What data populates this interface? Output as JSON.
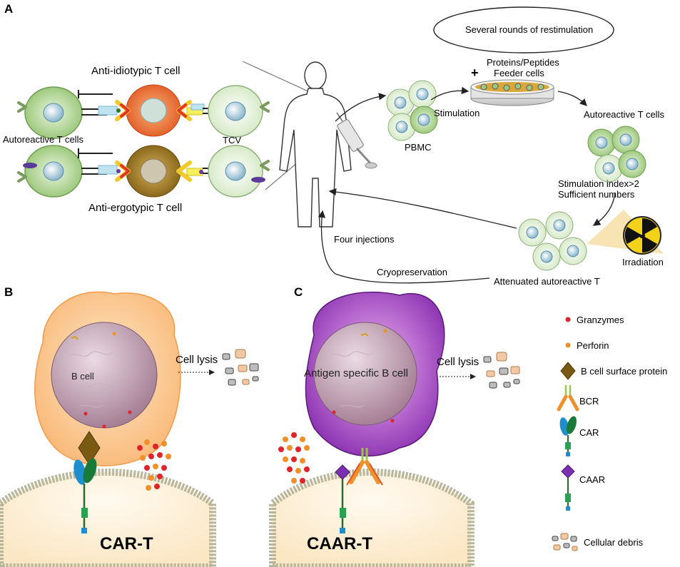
{
  "panels": {
    "a": "A",
    "b": "B",
    "c": "C"
  },
  "panel_a": {
    "anti_idiotypic": "Anti-idiotypic T cell",
    "anti_ergotypic": "Anti-ergotypic T cell",
    "autoreactive_t_cells_left": "Autoreactive T cells",
    "tcv": "TCV",
    "restimulation": "Several rounds of restimulation",
    "plus": "+",
    "proteins_peptides": "Proteins/Peptides",
    "feeder_cells": "Feeder cells",
    "stimulation": "Stimulation",
    "pbmc": "PBMC",
    "autoreactive_t_cells_right": "Autoreactive T cells",
    "stimulation_index": "Stimulation index>2",
    "sufficient_numbers": "Sufficient numbers",
    "irradiation": "Irradiation",
    "four_injections": "Four injections",
    "cryopreservation": "Cryopreservation",
    "attenuated": "Attenuated autoreactive T"
  },
  "panel_b": {
    "cell_label": "B cell",
    "lysis": "Cell lysis",
    "t_label": "CAR-T"
  },
  "panel_c": {
    "cell_label": "Antigen specific B cell",
    "lysis": "Cell lysis",
    "t_label": "CAAR-T"
  },
  "legend": [
    {
      "label": "Granzymes",
      "icon": "granzyme-dot-icon"
    },
    {
      "label": "Perforin",
      "icon": "perforin-dot-icon"
    },
    {
      "label": "B cell surface protein",
      "icon": "surface-protein-icon"
    },
    {
      "label": "BCR",
      "icon": "bcr-icon"
    },
    {
      "label": "CAR",
      "icon": "car-icon"
    },
    {
      "label": "CAAR",
      "icon": "caar-icon"
    },
    {
      "label": "Cellular debris",
      "icon": "debris-icon"
    }
  ],
  "colors": {
    "granzyme": "#e0242a",
    "perforin": "#f0902a",
    "b_cell": "#fbc98e",
    "purple_cell": "#8a2fb0",
    "t_cell_green": "#9cc97a",
    "nucleus": "#b58aa0"
  }
}
